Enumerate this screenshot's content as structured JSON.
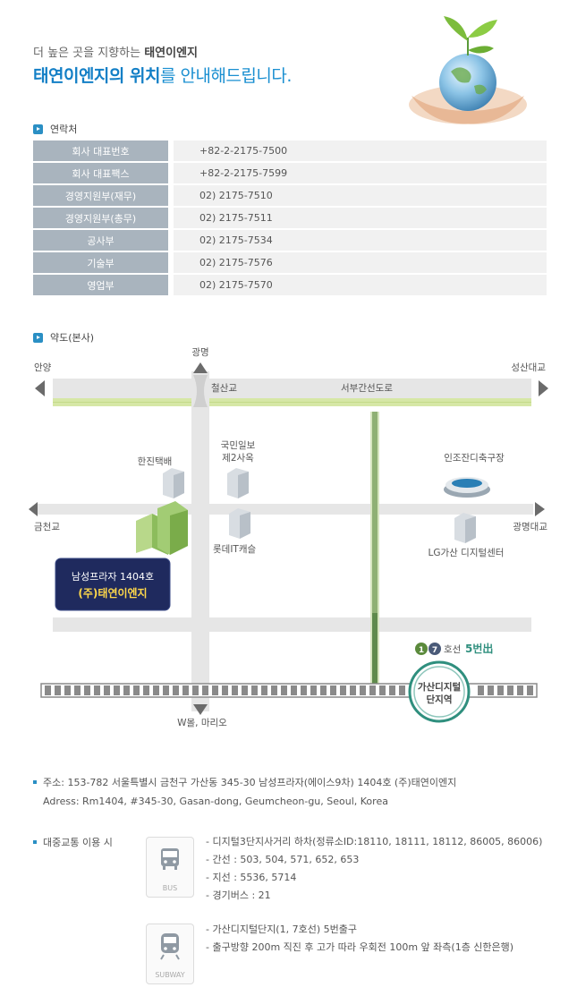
{
  "header": {
    "line1_prefix": "더 높은 곳을 지향하는",
    "line1_company": "태연이엔지",
    "line2_bold": "태연이엔지의 위치",
    "line2_rest": "를 안내해드립니다."
  },
  "contact": {
    "title": "연락처",
    "rows": [
      {
        "label": "회사 대표번호",
        "value": "+82-2-2175-7500"
      },
      {
        "label": "회사 대표팩스",
        "value": "+82-2-2175-7599"
      },
      {
        "label": "경영지원부(재무)",
        "value": "02) 2175-7510"
      },
      {
        "label": "경영지원부(총무)",
        "value": "02) 2175-7511"
      },
      {
        "label": "공사부",
        "value": "02) 2175-7534"
      },
      {
        "label": "기술부",
        "value": "02) 2175-7576"
      },
      {
        "label": "영업부",
        "value": "02) 2175-7570"
      }
    ]
  },
  "map": {
    "title": "약도(본사)",
    "north": "광명",
    "west": "안양",
    "east": "성산대교",
    "bridge": "철산교",
    "expressway": "서부간선도로",
    "left_mid": "금천교",
    "right_mid": "광명대교",
    "south": "W몰, 마리오",
    "bld_hanjin": "한진택배",
    "bld_kukmin": "국민일보\n제2사옥",
    "bld_lotte": "롯데IT캐슬",
    "bld_injozandi": "인조잔디축구장",
    "bld_lg": "LG가산 디지털센터",
    "callout_line1": "남성프라자 1404호",
    "callout_line2": "(주)태연이엔지",
    "station": "가산디지털\n단지역",
    "line_1": "1",
    "line_7": "7",
    "line_suffix": "호선",
    "exit": "5번出"
  },
  "address": {
    "kr": "주소: 153-782 서울특별시 금천구 가산동 345-30 남성프라자(에이스9차) 1404호 (주)태연이엔지",
    "en": "Adress: Rm1404, #345-30, Gasan-dong, Geumcheon-gu, Seoul, Korea"
  },
  "transport": {
    "title": "대중교통 이용 시",
    "bus_caption": "BUS",
    "bus_items": [
      "디지털3단지사거리 하차(정류소ID:18110, 18111, 18112, 86005, 86006)",
      "간선 : 503, 504, 571, 652, 653",
      "지선 : 5536, 5714",
      "경기버스 : 21"
    ],
    "subway_caption": "SUBWAY",
    "subway_items": [
      "가산디지털단지(1, 7호선) 5번출구",
      "출구방향 200m 직진 후 고가 따라 우회전 100m 앞 좌측(1층 신한은행)"
    ]
  },
  "colors": {
    "accent": "#1a8fd1",
    "label_bg": "#a9b4be",
    "callout_bg": "#1f2a5e",
    "station_ring": "#2f8f7e",
    "road": "#e6e6e6",
    "green_strip": "#d6e7a6"
  }
}
